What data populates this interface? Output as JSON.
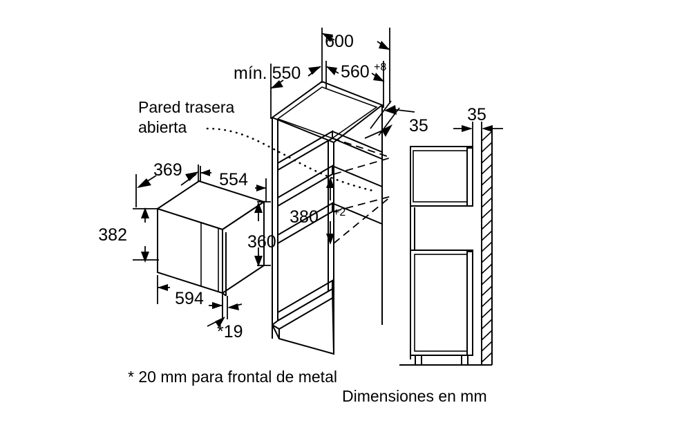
{
  "drawing": {
    "title": "Microwave built-in installation dimension drawing",
    "units_caption": "Dimensiones en mm",
    "footnote": "* 20 mm para frontal de metal",
    "note_line1": "Pared trasera",
    "note_line2": "abierta",
    "line_color": "#000000",
    "background_color": "#ffffff"
  },
  "dimensions": {
    "niche_width_outer": "600",
    "niche_min_depth": "mín. 550",
    "niche_width_inner": "560",
    "niche_width_inner_tolerance": "+8",
    "niche_height": "380",
    "niche_height_tolerance": "+2",
    "rear_offset_iso": "35",
    "rear_offset_side": "35",
    "appliance_depth": "369",
    "appliance_top_width": "554",
    "appliance_front_height": "382",
    "appliance_body_height": "360",
    "appliance_front_width": "594",
    "appliance_front_thickness": "*19"
  },
  "views": {
    "isometric_cabinet": "isometric-cabinet-view",
    "appliance_box": "appliance-box-view",
    "side_elevation": "side-elevation-view"
  }
}
